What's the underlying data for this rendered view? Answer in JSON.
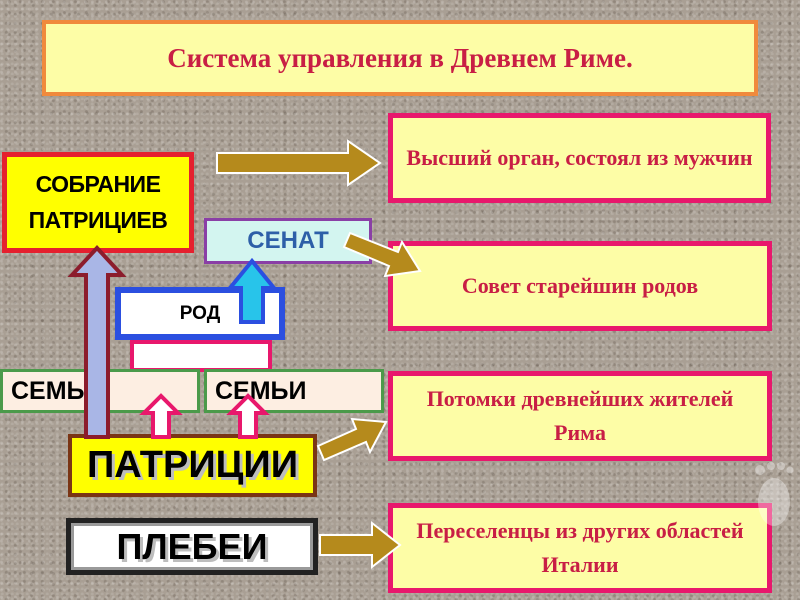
{
  "title": "Система  управления в Древнем Риме.",
  "hierarchy": {
    "sobranie_line1": "СОБРАНИЕ",
    "sobranie_line2": "ПАТРИЦИЕВ",
    "senat": "СЕНАТ",
    "rod": "РОД",
    "semya_left": "СЕМЬИ",
    "semya_right": "СЕМЬИ",
    "patricii": "ПАТРИЦИИ",
    "plebei": "ПЛЕБЕИ"
  },
  "descriptions": [
    "Высший орган,    состоял из мужчин",
    "Совет старейшин родов",
    "Потомки древнейших жителей Рима",
    "Переселенцы из других областей Италии"
  ],
  "colors": {
    "title_bg": "#fdfda6",
    "title_border": "#f08a3c",
    "title_text": "#c81e45",
    "desc_border": "#e8186c",
    "arrow_fill": "#b58a1c",
    "sobranie_bg": "#ffff00"
  }
}
